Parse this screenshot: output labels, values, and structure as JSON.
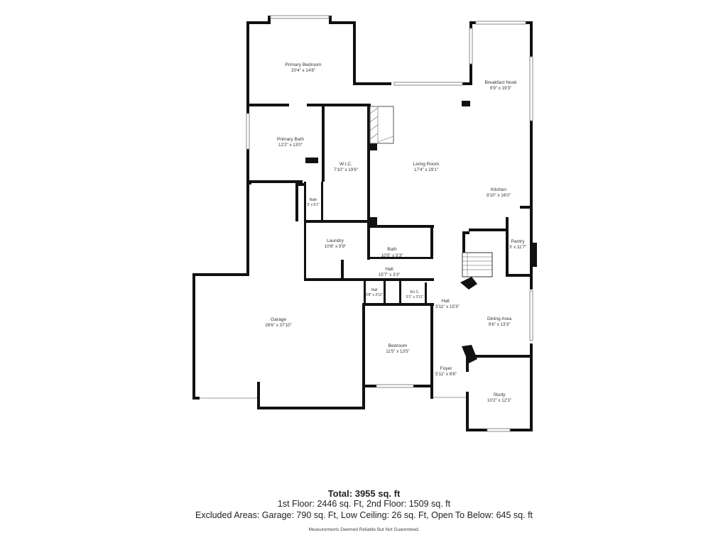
{
  "rooms": {
    "primary_bedroom": {
      "name": "Primary Bedroom",
      "dim": "20'4\" x 14'8\""
    },
    "primary_bath": {
      "name": "Primary Bath",
      "dim": "12'2\" x 13'0\""
    },
    "wic_primary": {
      "name": "W.I.C.",
      "dim": "7'10\" x 19'6\""
    },
    "bath_small": {
      "name": "Bath",
      "dim": "3' x 6'2\""
    },
    "laundry": {
      "name": "Laundry",
      "dim": "10'6\" x 9'9\""
    },
    "bath_2": {
      "name": "Bath",
      "dim": "10'5\" x 5'3\""
    },
    "hall_1": {
      "name": "Hall",
      "dim": "15'7\" x 3'3\""
    },
    "hall_small": {
      "name": "Hall",
      "dim": "3'8\" x 3'11\""
    },
    "wic_2": {
      "name": "W.I.C.",
      "dim": "5'1\" x 3'11\""
    },
    "living_room": {
      "name": "Living Room",
      "dim": "17'4\" x 29'1\""
    },
    "breakfast_nook": {
      "name": "Breakfast Nook",
      "dim": "9'9\" x 19'3\""
    },
    "kitchen": {
      "name": "Kitchen",
      "dim": "9'10\" x 16'0\""
    },
    "pantry": {
      "name": "Pantry",
      "dim": "3' x 11'7\""
    },
    "hall_2": {
      "name": "Hall",
      "dim": "5'11\" x 15'3\""
    },
    "dining_area": {
      "name": "Dining Area",
      "dim": "9'6\" x 13'3\""
    },
    "foyer": {
      "name": "Foyer",
      "dim": "5'11\" x 8'8\""
    },
    "study": {
      "name": "Study",
      "dim": "10'2\" x 12'3\""
    },
    "bedroom": {
      "name": "Bedroom",
      "dim": "11'5\" x 13'5\""
    },
    "garage": {
      "name": "Garage",
      "dim": "28'6\" x 37'10\""
    }
  },
  "footer": {
    "total": "Total: 3955 sq. ft",
    "floors": "1st Floor: 2446 sq. Ft, 2nd Floor: 1509 sq. ft",
    "excluded": "Excluded Areas: Garage: 790 sq. Ft, Low Ceiling: 26 sq. Ft, Open To Below: 645 sq. ft",
    "disclaimer": "Measurements Deemed Reliable But Not Guarenteed."
  }
}
